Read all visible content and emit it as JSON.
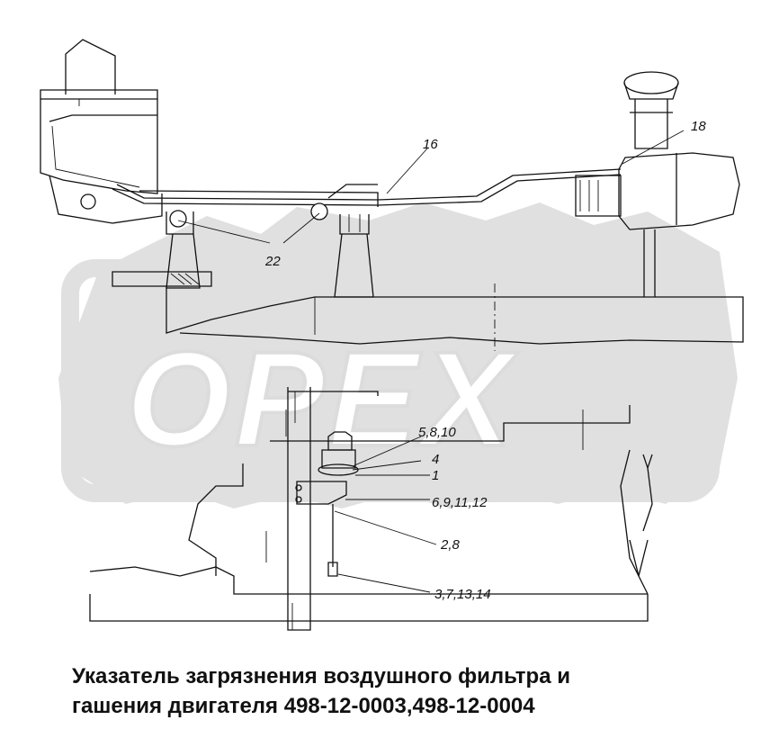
{
  "watermark": {
    "text": "OPEX",
    "color": "#e0e0e0"
  },
  "callouts": {
    "c16": "16",
    "c18": "18",
    "c22": "22",
    "c5810": "5,8,10",
    "c4": "4",
    "c1": "1",
    "c691112": "6,9,11,12",
    "c28": "2,8",
    "c371314": "3,7,13,14"
  },
  "caption": {
    "line1": "Указатель загрязнения воздушного фильтра и",
    "line2": "гашения двигателя 498-12-0003,498-12-0004"
  }
}
